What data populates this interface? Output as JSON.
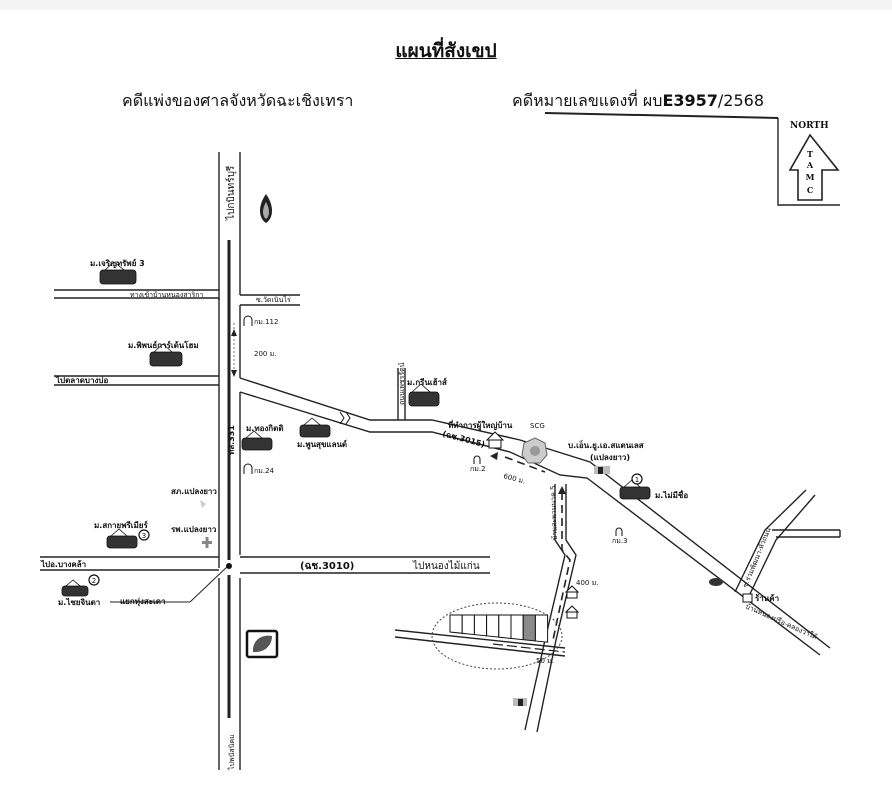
{
  "header": {
    "title": "แผนที่สังเขป",
    "court": "คดีแพ่งของศาลจังหวัดฉะเชิงเทรา",
    "case_prefix": "คดีหมายเลขแดงที่ ผบ",
    "case_number": "E3957",
    "case_year": "/2568"
  },
  "compass": {
    "word": "NORTH",
    "letters": [
      "T",
      "A",
      "M",
      "C"
    ]
  },
  "roads": {
    "to_kabinburi": "ไปกบินทร์บุรี",
    "to_phanat": "ไปพนัสนิคม",
    "highway_331": "ทล.331",
    "road_3015": "(ฉช.3015)",
    "road_3010": "(ฉช.3010)",
    "to_nong_mai_kaen": "ไปหนองไม้แก่น",
    "to_talad_bang_bo": "ไปตลาดบางบ่อ",
    "to_bang_kha": "ไปอ.บางคล้า",
    "entrance_nong_sarika": "ทางเข้าบ้านหนองสาริกา",
    "soi_wat_noen_rai": "ซ.วัดเนินไร่",
    "thanon_phetcharat": "ถนนเพชรรัตน์",
    "ban_sa_khanan": "บ้านสะพานนาค 5",
    "junction_thung_sadao": "แยกทุ่งสะเดา",
    "soi_right_upper": "ซ.ร่วมพัฒนา-หัวถนน",
    "road_lower_right": "บ้านหนองปรือ-คลองวาใต้"
  },
  "places": {
    "charoen_sap": "ม.เจริญทรัพย์ 3",
    "phitsanu_home": "ม.พิพนธ์การ์เด้นโฮม",
    "green_house": "ม.กรีนเฮ้าส์",
    "thong_kit": "ม.ทองกิตติ",
    "phun_suk_land": "ม.พูนสุขแลนด์",
    "headman_office": "ที่ทำการผู้ใหญ่บ้าน",
    "scg": "SCG",
    "company": "บ.เอ็น.ยู.เอ.สแตนเลส",
    "company_sub": "(แปลงยาว)",
    "no_name": "ม.ไม่มีชื่อ",
    "sakai_premier": "ม.สกายพรีเมียร์",
    "chai_chinda": "ม.ไชยจินดา",
    "police": "สภ.แปลงยาว",
    "hospital": "รพ.แปลงยาว",
    "shop": "ร้านค้า",
    "km_112": "กม.112",
    "km_24": "กม.24",
    "km_2": "กม.2",
    "km_3": "กม.3"
  },
  "markers": {
    "circle_1": "1",
    "circle_2": "2",
    "circle_3": "3"
  },
  "distances": {
    "d200": "200 ม.",
    "d600": "600 ม.",
    "d400": "400 ม.",
    "d50": "50 ม."
  },
  "parcel": {
    "lots": 8,
    "highlighted_lot": 7,
    "highlight_color": "#8a8a8a"
  }
}
